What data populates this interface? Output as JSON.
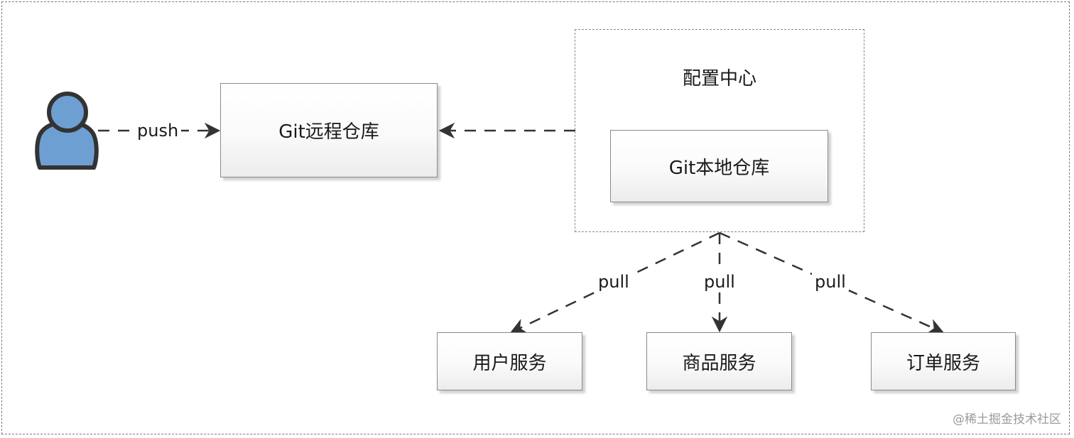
{
  "diagram": {
    "nodes": {
      "git_remote": "Git远程仓库",
      "config_center": "配置中心",
      "git_local": "Git本地仓库",
      "user_service": "用户服务",
      "product_service": "商品服务",
      "order_service": "订单服务"
    },
    "edges": {
      "push": "push",
      "pull_user": "pull",
      "pull_product": "pull",
      "pull_order": "pull"
    },
    "actor": {
      "icon": "user-icon"
    }
  },
  "watermark": "@稀土掘金技术社区"
}
